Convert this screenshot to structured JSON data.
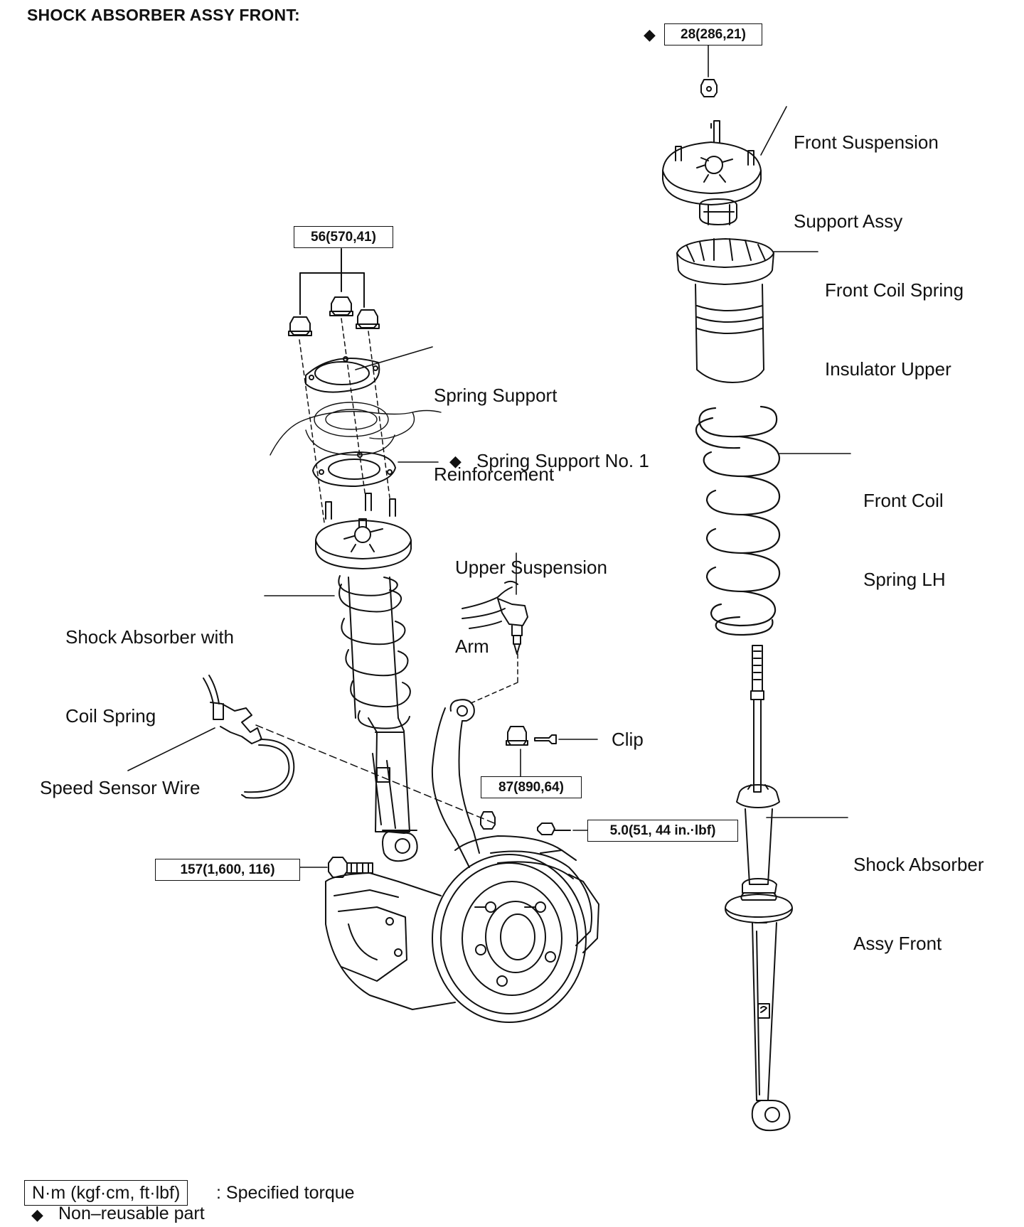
{
  "title": "SHOCK ABSORBER ASSY FRONT:",
  "labels": {
    "front_suspension_support": [
      "Front Suspension",
      "Support Assy"
    ],
    "front_coil_spring_insulator": [
      "Front Coil Spring",
      "Insulator Upper"
    ],
    "spring_support_reinforcement": [
      "Spring Support",
      "Reinforcement"
    ],
    "spring_support_no1": "Spring Support No. 1",
    "upper_suspension_arm": [
      "Upper Suspension",
      "Arm"
    ],
    "shock_absorber_with_coil": [
      "Shock Absorber with",
      "Coil Spring"
    ],
    "front_coil_spring_lh": [
      "Front Coil",
      "Spring LH"
    ],
    "clip": "Clip",
    "speed_sensor_wire": "Speed Sensor Wire",
    "shock_absorber_assy_front": [
      "Shock Absorber",
      "Assy Front"
    ]
  },
  "torques": {
    "top_nut": "28(286,21)",
    "upper_mount_nuts": "56(570,41)",
    "arm_nut": "87(890,64)",
    "sensor_bolt": "5.0(51, 44 in.·lbf)",
    "lower_bolt": "157(1,600, 116)"
  },
  "symbols": {
    "non_reusable": "◆"
  },
  "legend": {
    "torque_units": "N·m (kgf·cm, ft·lbf)",
    "torque_desc": ": Specified torque",
    "non_reusable_desc": "Non–reusable part"
  }
}
